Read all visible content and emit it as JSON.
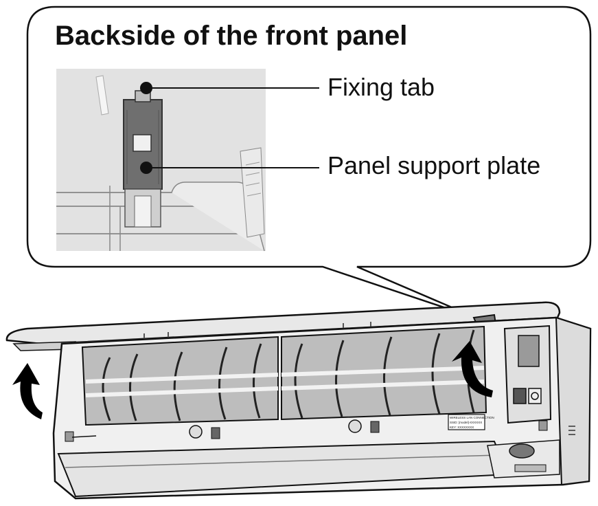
{
  "callout": {
    "title": "Backside of the front panel",
    "labels": {
      "fixing_tab": "Fixing tab",
      "panel_support_plate": "Panel support plate"
    }
  },
  "unit_sticker": {
    "line1": "WIRELESS LAN CONNECTION",
    "line2": "SSID: [model]-XXXXXX",
    "line3": "KEY: XXXXXXXX"
  },
  "colors": {
    "ink": "#111111",
    "panel_gray": "#d8d8d8",
    "plate_gray": "#6f6f6f",
    "filter_gray": "#b8b8b8",
    "body_gray": "#e6e6e6",
    "arrow": "#000000"
  },
  "icons": [
    "open-direction-arrow-left",
    "open-direction-arrow-right"
  ]
}
